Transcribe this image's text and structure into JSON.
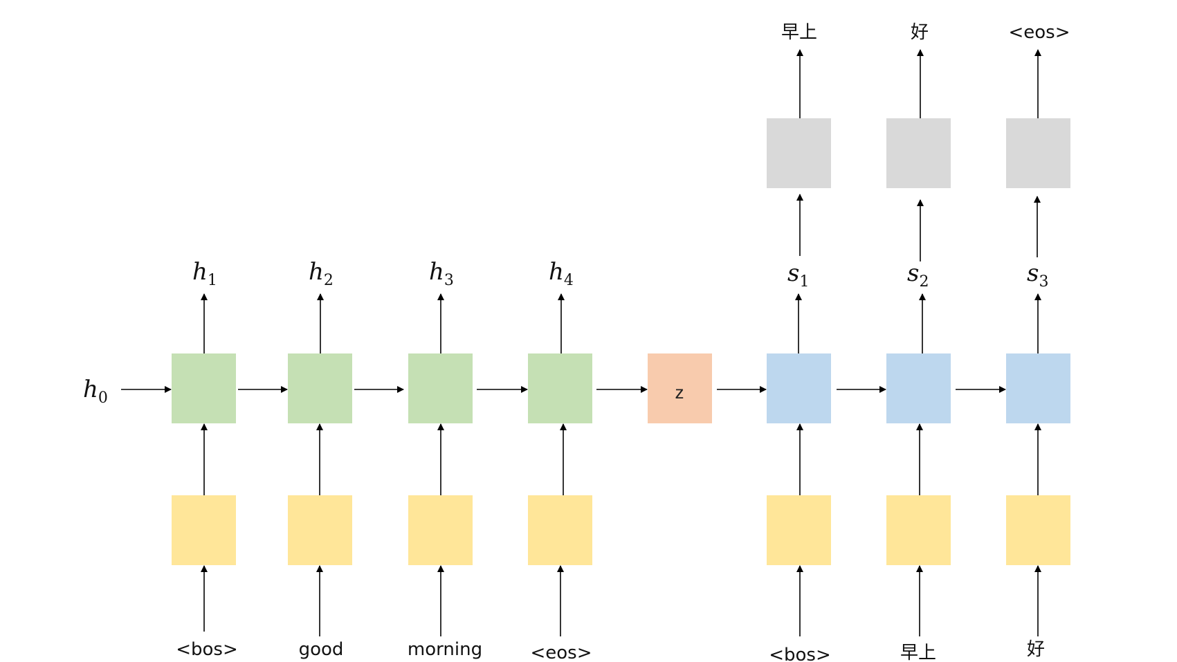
{
  "colors": {
    "embedding": "#FFE699",
    "encoder": "#C5E0B4",
    "context": "#F8CBAD",
    "decoder": "#BDD7EE",
    "output": "#D9D9D9",
    "arrow": "#000000"
  },
  "initial_state": {
    "base": "h",
    "sub": "0"
  },
  "encoder": {
    "inputs": [
      "<bos>",
      "good",
      "morning",
      "<eos>"
    ],
    "states": [
      {
        "base": "h",
        "sub": "1"
      },
      {
        "base": "h",
        "sub": "2"
      },
      {
        "base": "h",
        "sub": "3"
      },
      {
        "base": "h",
        "sub": "4"
      }
    ]
  },
  "context": {
    "label": "z"
  },
  "decoder": {
    "inputs": [
      "<bos>",
      "早上",
      "好"
    ],
    "states": [
      {
        "base": "s",
        "sub": "1"
      },
      {
        "base": "s",
        "sub": "2"
      },
      {
        "base": "s",
        "sub": "3"
      }
    ],
    "outputs": [
      "早上",
      "好",
      "<eos>"
    ]
  }
}
